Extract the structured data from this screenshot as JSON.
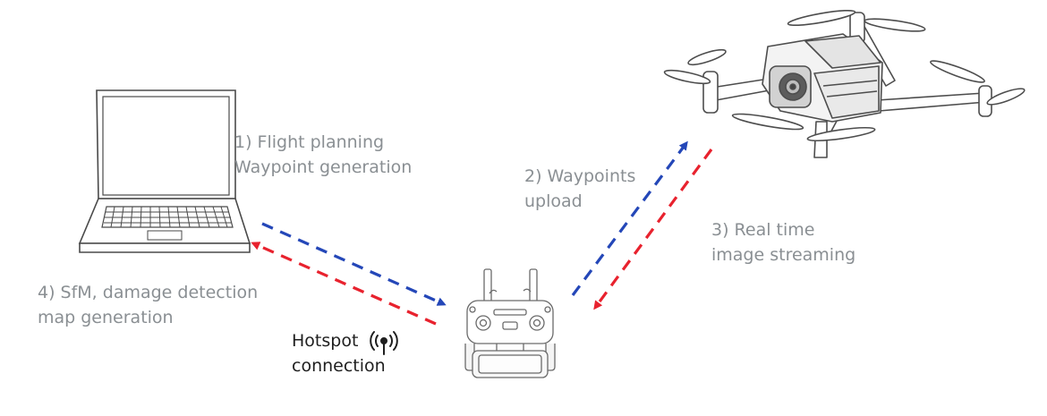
{
  "labels": {
    "step1": {
      "line1": "1) Flight planning",
      "line2": "Waypoint generation"
    },
    "step2": {
      "line1": "2) Waypoints",
      "line2": "upload"
    },
    "step3": {
      "line1": "3) Real time",
      "line2": "image streaming"
    },
    "step4": {
      "line1": "4) SfM, damage detection",
      "line2": "map generation"
    },
    "hotspot": {
      "line1": "Hotspot",
      "line2": "connection"
    }
  },
  "icons": [
    "laptop-icon",
    "remote-controller-icon",
    "drone-icon",
    "hotspot-icon"
  ],
  "colors": {
    "uplink_arrow": "#2447b8",
    "downlink_arrow": "#e8222e",
    "label_text": "#8a8f93",
    "dark_text": "#1f1f1f"
  }
}
